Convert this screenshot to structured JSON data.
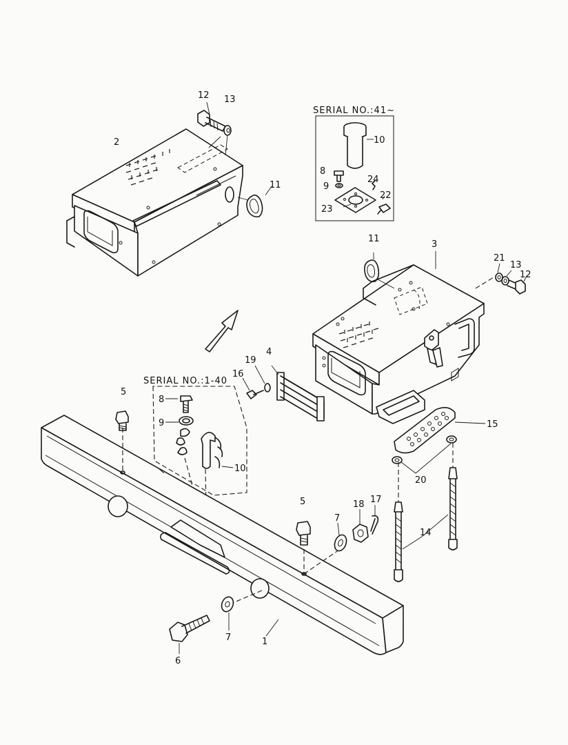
{
  "serial_labels": {
    "upper": "SERIAL NO.:41~",
    "lower": "SERIAL NO.:1-40"
  },
  "callouts": [
    {
      "id": "c-12a",
      "text": "12"
    },
    {
      "id": "c-13a",
      "text": "13"
    },
    {
      "id": "c-2",
      "text": "2"
    },
    {
      "id": "c-11a",
      "text": "11"
    },
    {
      "id": "c-10a",
      "text": "10"
    },
    {
      "id": "c-8a",
      "text": "8"
    },
    {
      "id": "c-9a",
      "text": "9"
    },
    {
      "id": "c-24",
      "text": "24"
    },
    {
      "id": "c-22",
      "text": "22"
    },
    {
      "id": "c-23",
      "text": "23"
    },
    {
      "id": "c-11b",
      "text": "11"
    },
    {
      "id": "c-3",
      "text": "3"
    },
    {
      "id": "c-21",
      "text": "21"
    },
    {
      "id": "c-13b",
      "text": "13"
    },
    {
      "id": "c-12b",
      "text": "12"
    },
    {
      "id": "c-4",
      "text": "4"
    },
    {
      "id": "c-19",
      "text": "19"
    },
    {
      "id": "c-16",
      "text": "16"
    },
    {
      "id": "c-5a",
      "text": "5"
    },
    {
      "id": "c-8b",
      "text": "8"
    },
    {
      "id": "c-9b",
      "text": "9"
    },
    {
      "id": "c-10b",
      "text": "10"
    },
    {
      "id": "c-15",
      "text": "15"
    },
    {
      "id": "c-20",
      "text": "20"
    },
    {
      "id": "c-5b",
      "text": "5"
    },
    {
      "id": "c-7a",
      "text": "7"
    },
    {
      "id": "c-18",
      "text": "18"
    },
    {
      "id": "c-17",
      "text": "17"
    },
    {
      "id": "c-14",
      "text": "14"
    },
    {
      "id": "c-1",
      "text": "1"
    },
    {
      "id": "c-7b",
      "text": "7"
    },
    {
      "id": "c-6",
      "text": "6"
    }
  ]
}
